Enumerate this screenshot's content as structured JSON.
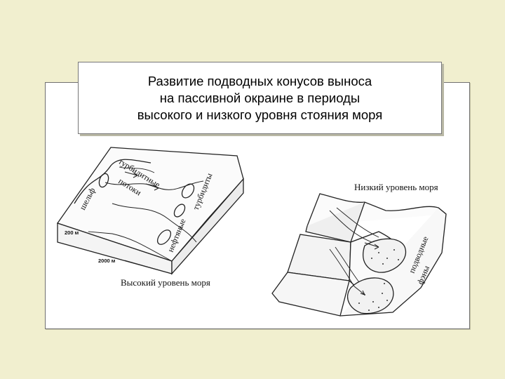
{
  "title": {
    "line1": "Развитие подводных конусов выноса",
    "line2": "на пассивной окраине в периоды",
    "line3": "высокого и низкого уровня стояния моря"
  },
  "left_block": {
    "caption": "Высокий уровень моря",
    "shelf": "шельф",
    "turbidity_flows_1": "турбидитные",
    "turbidity_flows_2": "потоки",
    "oil_turbidites_1": "нефтяные",
    "oil_turbidites_2": "турбидиты",
    "depth_200": "200 м",
    "depth_2000": "2000 м"
  },
  "right_block": {
    "caption": "Низкий уровень моря",
    "fans_1": "подводные",
    "fans_2": "фэны"
  }
}
